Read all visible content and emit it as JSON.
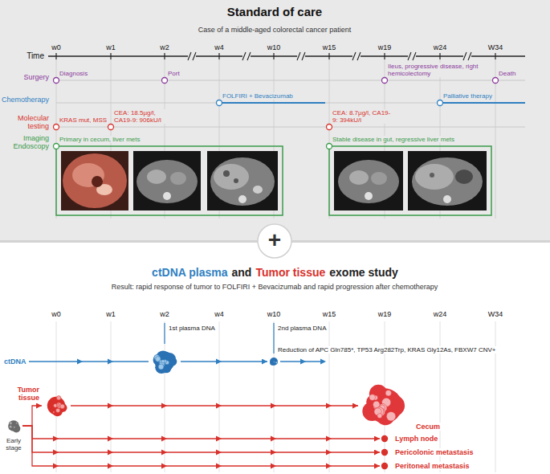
{
  "diagram": {
    "title": "Standard of care",
    "nodes": [
      {
        "text": [
          "1st plasma DNA"
        ]
      },
      {
        "text": [
          "2nd plasma DNA",
          "Reduction of APC Gln785*, TP53 Arg282Trp, KRAS Gly12As, FBXW7 CNV+"
        ]
      },
      {
        "text": [
          "Tumor tissue"
        ]
      },
      {
        "text": [
          "Cecum"
        ]
      },
      {
        "text": [
          "Early stage"
        ]
      },
      {
        "text": [
          "Lymph node"
        ]
      },
      {
        "text": [
          "Pericolonic metastasis"
        ]
      },
      {
        "text": [
          "Peritoneal metastasis"
        ]
      }
    ],
    "edges": [
      {
        "from": 0,
        "to": 1,
        "arrow": "to"
      },
      {
        "from": 4,
        "to": 2,
        "arrow": "to"
      },
      {
        "from": 2,
        "to": 3,
        "arrow": "to"
      },
      {
        "from": 4,
        "to": 5,
        "arrow": "to"
      },
      {
        "from": 4,
        "to": 6,
        "arrow": "to"
      },
      {
        "from": 4,
        "to": 7,
        "arrow": "to"
      }
    ],
    "labels": [
      "Case of a middle-aged colorectal cancer patient",
      "Time",
      "w0",
      "w1",
      "w2",
      "w4",
      "w10",
      "w15",
      "w19",
      "w24",
      "W34",
      "Surgery",
      "Chemotherapy",
      "Molecular testing",
      "Imaging Endoscopy",
      "Diagnosis",
      "Port",
      "Ileus, progressive disease, right hemicolectomy",
      "Death",
      "FOLFIRI + Bevacizumab",
      "Palliative therapy",
      "KRAS mut, MSS",
      "CEA: 18.5µg/l, CA19-9: 906kU/l",
      "CEA: 8.7µg/l, CA19-9: 394kU/l",
      "Primary in cecum, liver mets",
      "Stable disease in gut, regressive liver mets",
      "+",
      "ctDNA plasma",
      "and",
      "Tumor tissue",
      "exome study",
      "Result: rapid response of tumor to FOLFIRI + Bevacizumab and rapid progression after chemotherapy",
      "w0",
      "w1",
      "w2",
      "w4",
      "w10",
      "w15",
      "w19",
      "w24",
      "W34",
      "ctDNA"
    ]
  }
}
